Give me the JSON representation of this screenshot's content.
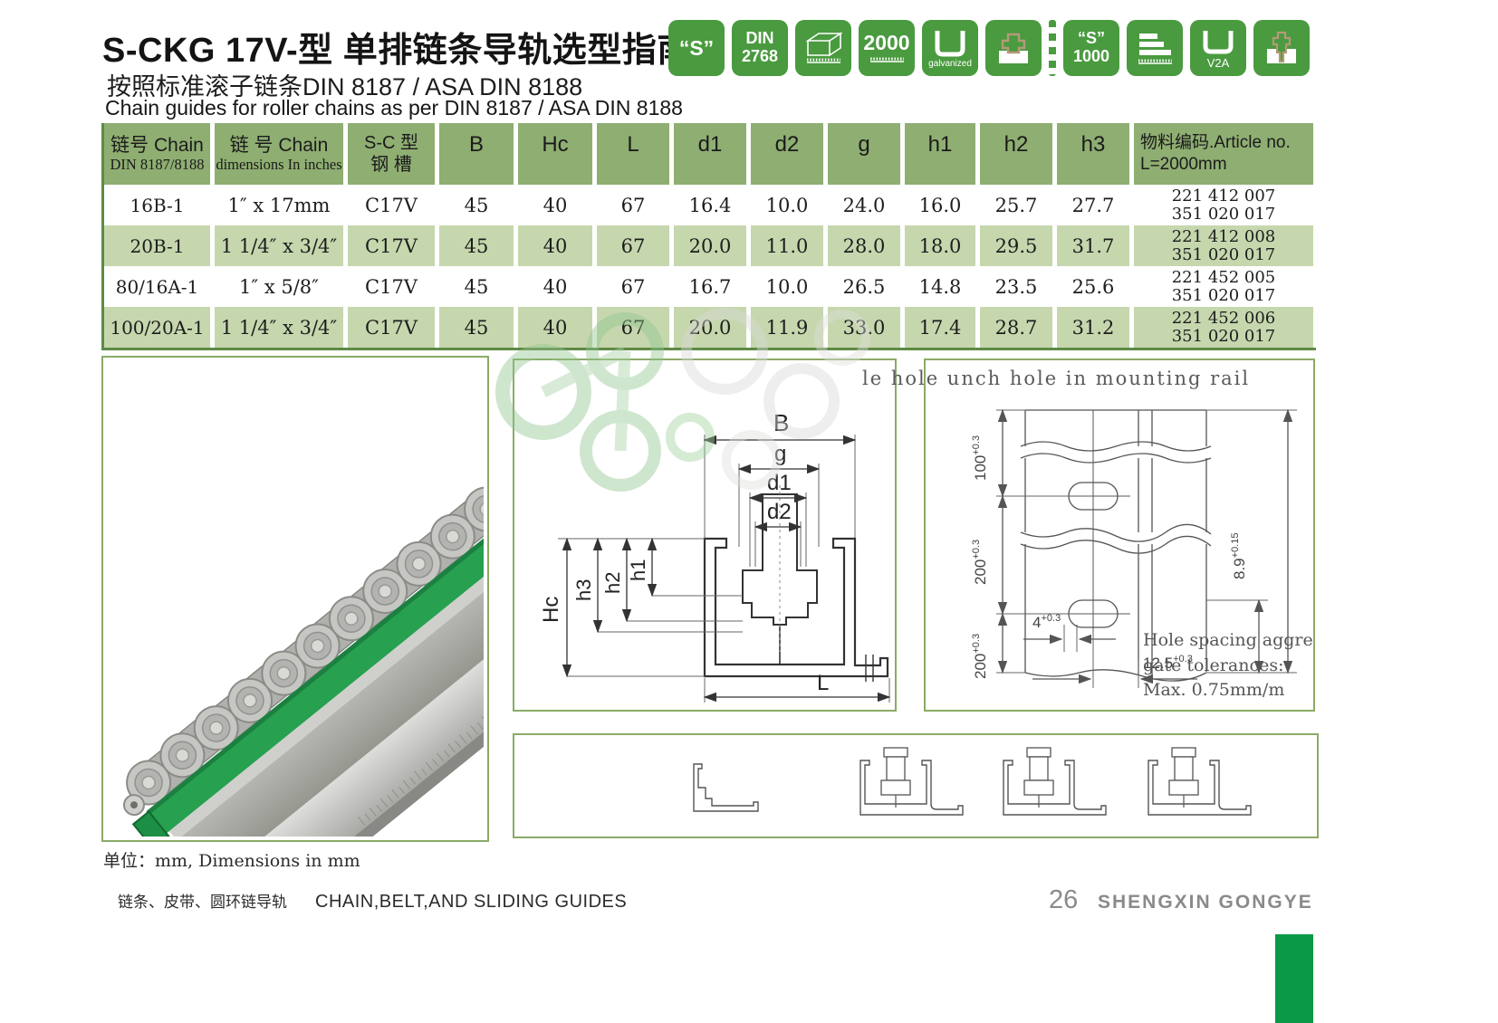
{
  "header": {
    "title": "S-CKG 17V-型 单排链条导轨选型指南",
    "subtitle_cn": "按照标准滚子链条DIN 8187 / ASA DIN 8188",
    "subtitle_en": "Chain guides for roller chains as per DIN 8187 / ASA DIN 8188"
  },
  "badges": {
    "s_quote": "“S”",
    "din_l1": "DIN",
    "din_l2": "2768",
    "len2000": "2000",
    "galvanized": "galvanized",
    "s1000_l1": "“S”",
    "s1000_l2": "1000",
    "v2a": "V2A",
    "icons": [
      "box-ruler-icon",
      "u-bracket-icon",
      "profile-slide-icon",
      "bars-ruler-icon",
      "u-bracket-icon",
      "profile-tree-icon"
    ]
  },
  "table": {
    "headers": {
      "col1_l1": "链号 Chain",
      "col1_l2": "DIN 8187/8188",
      "col2_l1": "链 号 Chain",
      "col2_l2": "dimensions In inches",
      "col3_l1": "S-C 型",
      "col3_l2": "钢  槽",
      "dims": [
        "B",
        "Hc",
        "L",
        "d1",
        "d2",
        "g",
        "h1",
        "h2",
        "h3"
      ],
      "article_l1": "物料编码.Article no.",
      "article_l2": "L=2000mm"
    },
    "rows": [
      {
        "chain": "16B-1",
        "inches": "1″ x 17mm",
        "type": "C17V",
        "B": "45",
        "Hc": "40",
        "L": "67",
        "d1": "16.4",
        "d2": "10.0",
        "g": "24.0",
        "h1": "16.0",
        "h2": "25.7",
        "h3": "27.7",
        "article1": "221 412 007",
        "article2": "351 020 017"
      },
      {
        "chain": "20B-1",
        "inches": "1 1/4″ x 3/4″",
        "type": "C17V",
        "B": "45",
        "Hc": "40",
        "L": "67",
        "d1": "20.0",
        "d2": "11.0",
        "g": "28.0",
        "h1": "18.0",
        "h2": "29.5",
        "h3": "31.7",
        "article1": "221 412 008",
        "article2": "351 020 017"
      },
      {
        "chain": "80/16A-1",
        "inches": "1″ x 5/8″",
        "type": "C17V",
        "B": "45",
        "Hc": "40",
        "L": "67",
        "d1": "16.7",
        "d2": "10.0",
        "g": "26.5",
        "h1": "14.8",
        "h2": "23.5",
        "h3": "25.6",
        "article1": "221 452 005",
        "article2": "351 020 017"
      },
      {
        "chain": "100/20A-1",
        "inches": "1 1/4″ x 3/4″",
        "type": "C17V",
        "B": "45",
        "Hc": "40",
        "L": "67",
        "d1": "20.0",
        "d2": "11.9",
        "g": "33.0",
        "h1": "17.4",
        "h2": "28.7",
        "h3": "31.2",
        "article1": "221 452 006",
        "article2": "351 020 017"
      }
    ]
  },
  "diagrams": {
    "section": {
      "B": "B",
      "g": "g",
      "d1": "d1",
      "d2": "d2",
      "h1": "h1",
      "h2": "h2",
      "h3": "h3",
      "Hc": "Hc",
      "L": "L"
    },
    "rail_title": "le hole unch hole in mounting rail",
    "rail_dims": {
      "d100": {
        "base": "100",
        "tol": "+0.3"
      },
      "d200a": {
        "base": "200",
        "tol": "+0.3"
      },
      "d200b": {
        "base": "200",
        "tol": "+0.3"
      },
      "d89": {
        "base": "8.9",
        "tol": "+0.15"
      },
      "d4": {
        "base": "4",
        "tol": "+0.3"
      },
      "d125": {
        "base": "12.5",
        "tol": "+0.3"
      }
    },
    "tolerance_note": {
      "line1": "Hole spacing aggre",
      "line2": "gate tolerances:",
      "line3": "Max. 0.75mm/m"
    }
  },
  "footer": {
    "units_note": "单位：mm, Dimensions in mm",
    "category_cn": "链条、皮带、圆环链导轨",
    "category_en": "CHAIN,BELT,AND SLIDING GUIDES",
    "page_number": "26",
    "brand": "SHENGXIN GONGYE"
  },
  "colors": {
    "badge_green": "#4a9a3f",
    "table_header_green": "#8fae72",
    "row_green": "#c6d7ae",
    "border_green": "#8aab66",
    "dark_green_line": "#5f8a44",
    "footer_green": "#0a9a47",
    "insert_green": "#27a050"
  }
}
